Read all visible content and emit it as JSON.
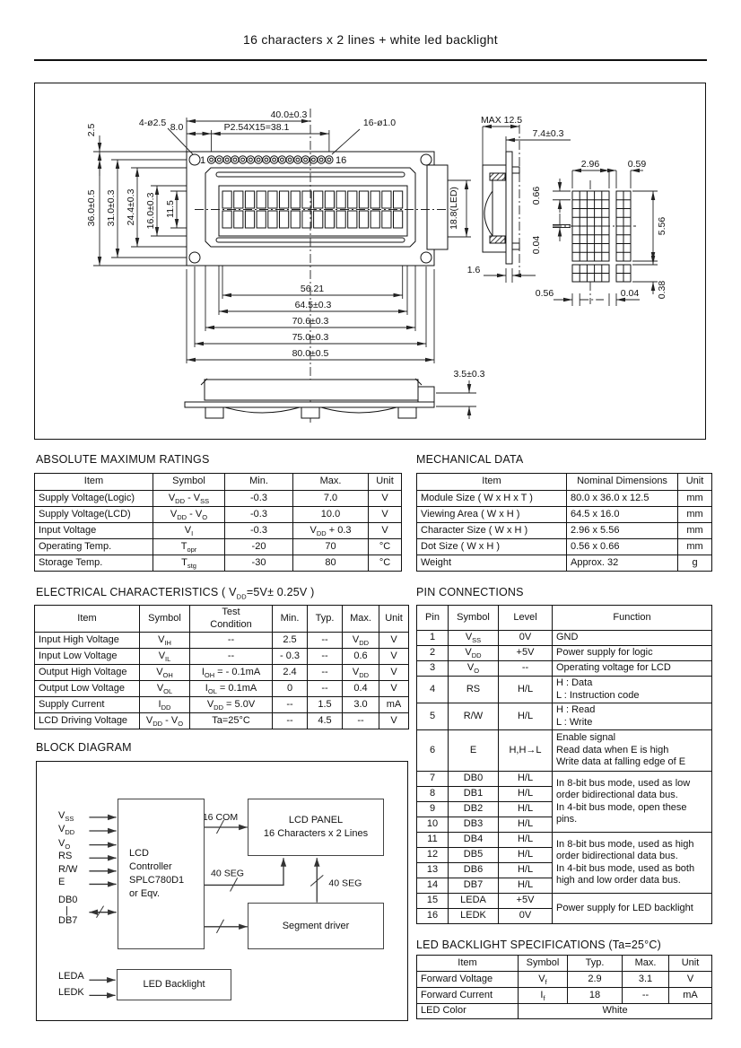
{
  "page_title": "16 characters x 2 lines + white led backlight",
  "drawing": {
    "front": {
      "top_width": "40.0±0.3",
      "hole_callout": "4-ø2.5",
      "pin_offset": "8.0",
      "pin_pitch": "P2.54X15=38.1",
      "pin_hole_callout": "16-ø1.0",
      "corner_offset": "2.5",
      "pin_first": "1",
      "pin_last": "16",
      "height_module": "36.0±0.5",
      "height_holes": "31.0±0.3",
      "height_bezel": "24.4±0.3",
      "height_viewing": "16.0±0.3",
      "height_char": "11.5",
      "width_char_area": "56.21",
      "width_viewing": "64.5±0.3",
      "width_bezel": "70.6±0.3",
      "width_holes": "75.0±0.3",
      "width_module": "80.0±0.5"
    },
    "side": {
      "thickness_max": "MAX 12.5",
      "depth": "7.4±0.3",
      "led_height": "18.8(LED)",
      "pcb_thickness": "1.6"
    },
    "bottom_view": {
      "height": "3.5±0.3"
    },
    "dot_detail": {
      "char_width": "2.96",
      "char_gap": "0.59",
      "dot_height": "0.66",
      "dot_gap_v": "0.04",
      "char_height": "5.56",
      "row_gap": "0.38",
      "dot_width": "0.56",
      "dot_gap_h": "0.04"
    }
  },
  "abs_max": {
    "title": "ABSOLUTE MAXIMUM RATINGS",
    "headers": [
      "Item",
      "Symbol",
      "Min.",
      "Max.",
      "Unit"
    ],
    "rows": [
      {
        "item": "Supply Voltage(Logic)",
        "symbol": "V~DD~ - V~SS~",
        "min": "-0.3",
        "max": "7.0",
        "unit": "V"
      },
      {
        "item": "Supply Voltage(LCD)",
        "symbol": "V~DD~ - V~O~",
        "min": "-0.3",
        "max": "10.0",
        "unit": "V"
      },
      {
        "item": "Input  Voltage",
        "symbol": "V~I~",
        "min": "-0.3",
        "max": "V~DD~ + 0.3",
        "unit": "V"
      },
      {
        "item": "Operating Temp.",
        "symbol": "T~opr~",
        "min": "-20",
        "max": "70",
        "unit": "°C"
      },
      {
        "item": "Storage Temp.",
        "symbol": "T~stg~",
        "min": "-30",
        "max": "80",
        "unit": "°C"
      }
    ]
  },
  "mech": {
    "title": "MECHANICAL DATA",
    "headers": [
      "Item",
      "Nominal Dimensions",
      "Unit"
    ],
    "rows": [
      {
        "item": "Module Size ( W x H x T )",
        "value": "80.0 x 36.0 x 12.5",
        "unit": "mm"
      },
      {
        "item": "Viewing Area ( W x H )",
        "value": "64.5 x 16.0",
        "unit": "mm"
      },
      {
        "item": "Character Size ( W x H )",
        "value": "2.96 x 5.56",
        "unit": "mm"
      },
      {
        "item": "Dot Size ( W x H )",
        "value": "0.56 x 0.66",
        "unit": "mm"
      },
      {
        "item": "Weight",
        "value": "Approx.  32",
        "unit": "g"
      }
    ]
  },
  "elec": {
    "title": "ELECTRICAL CHARACTERISTICS ( V~DD~=5V± 0.25V )",
    "headers": [
      "Item",
      "Symbol",
      "Test\nCondition",
      "Min.",
      "Typ.",
      "Max.",
      "Unit"
    ],
    "rows": [
      {
        "item": "Input  High Voltage",
        "symbol": "V~IH~",
        "cond": "--",
        "min": "2.5",
        "typ": "--",
        "max": "V~DD~",
        "unit": "V"
      },
      {
        "item": "Input  Low Voltage",
        "symbol": "V~IL~",
        "cond": "--",
        "min": "- 0.3",
        "typ": "--",
        "max": "0.6",
        "unit": "V"
      },
      {
        "item": "Output High Voltage",
        "symbol": "V~OH~",
        "cond": "I~OH~ = - 0.1mA",
        "min": "2.4",
        "typ": "--",
        "max": "V~DD~",
        "unit": "V"
      },
      {
        "item": "Output Low Voltage",
        "symbol": "V~OL~",
        "cond": "I~OL~ =  0.1mA",
        "min": "0",
        "typ": "--",
        "max": "0.4",
        "unit": "V"
      },
      {
        "item": "Supply Current",
        "symbol": "I~DD~",
        "cond": "V~DD~ = 5.0V",
        "min": "--",
        "typ": "1.5",
        "max": "3.0",
        "unit": "mA"
      },
      {
        "item": "LCD Driving Voltage",
        "symbol": "V~DD~ - V~O~",
        "cond": "Ta=25°C",
        "min": "--",
        "typ": "4.5",
        "max": "--",
        "unit": "V"
      }
    ]
  },
  "pins": {
    "title": "PIN CONNECTIONS",
    "headers": [
      "Pin",
      "Symbol",
      "Level",
      "Function"
    ],
    "single": [
      {
        "pin": "1",
        "symbol": "V~SS~",
        "level": "0V",
        "func": "GND"
      },
      {
        "pin": "2",
        "symbol": "V~DD~",
        "level": "+5V",
        "func": "Power supply for logic"
      },
      {
        "pin": "3",
        "symbol": "V~O~",
        "level": "--",
        "func": "Operating voltage for LCD"
      },
      {
        "pin": "4",
        "symbol": "RS",
        "level": "H/L",
        "func": "H : Data\nL : Instruction code"
      },
      {
        "pin": "5",
        "symbol": "R/W",
        "level": "H/L",
        "func": "H : Read\nL : Write"
      },
      {
        "pin": "6",
        "symbol": "E",
        "level": "H,H→L",
        "func": "Enable signal\nRead data when E is high\nWrite data at falling edge of E"
      }
    ],
    "group_low": {
      "rows": [
        [
          "7",
          "DB0",
          "H/L"
        ],
        [
          "8",
          "DB1",
          "H/L"
        ],
        [
          "9",
          "DB2",
          "H/L"
        ],
        [
          "10",
          "DB3",
          "H/L"
        ]
      ],
      "func": "In 8-bit bus mode, used as low\norder bidirectional data bus.\nIn 4-bit bus mode, open these\npins."
    },
    "group_high": {
      "rows": [
        [
          "11",
          "DB4",
          "H/L"
        ],
        [
          "12",
          "DB5",
          "H/L"
        ],
        [
          "13",
          "DB6",
          "H/L"
        ],
        [
          "14",
          "DB7",
          "H/L"
        ]
      ],
      "func": "In 8-bit bus mode, used as high\norder bidirectional data bus.\nIn 4-bit bus mode, used as both\nhigh and low order data bus."
    },
    "group_led": {
      "rows": [
        [
          "15",
          "LEDA",
          "+5V"
        ],
        [
          "16",
          "LEDK",
          "0V"
        ]
      ],
      "func": "Power supply for LED backlight"
    }
  },
  "block": {
    "title": "BLOCK DIAGRAM",
    "signals": [
      "V~SS~",
      "V~DD~",
      "V~O~",
      "RS",
      "R/W",
      "E",
      "DB0",
      "|",
      "DB7"
    ],
    "controller": "LCD\nController\nSPLC780D1\nor Eqv.",
    "lcd_panel": "LCD  PANEL\n16 Characters x 2 Lines",
    "segment_driver": "Segment driver",
    "led_backlight": "LED Backlight",
    "com_label": "16 COM",
    "seg_label1": "40 SEG",
    "seg_label2": "40 SEG",
    "leda": "LEDA",
    "ledk": "LEDK"
  },
  "led_spec": {
    "title": "LED BACKLIGHT SPECIFICATIONS (Ta=25°C)",
    "headers": [
      "Item",
      "Symbol",
      "Typ.",
      "Max.",
      "Unit"
    ],
    "rows": [
      {
        "item": "Forward Voltage",
        "symbol": "V~f~",
        "typ": "2.9",
        "max": "3.1",
        "unit": "V"
      },
      {
        "item": "Forward Current",
        "symbol": "I~f~",
        "typ": "18",
        "max": "--",
        "unit": "mA"
      }
    ],
    "color_row": {
      "item": "LED Color",
      "value": "White"
    }
  }
}
